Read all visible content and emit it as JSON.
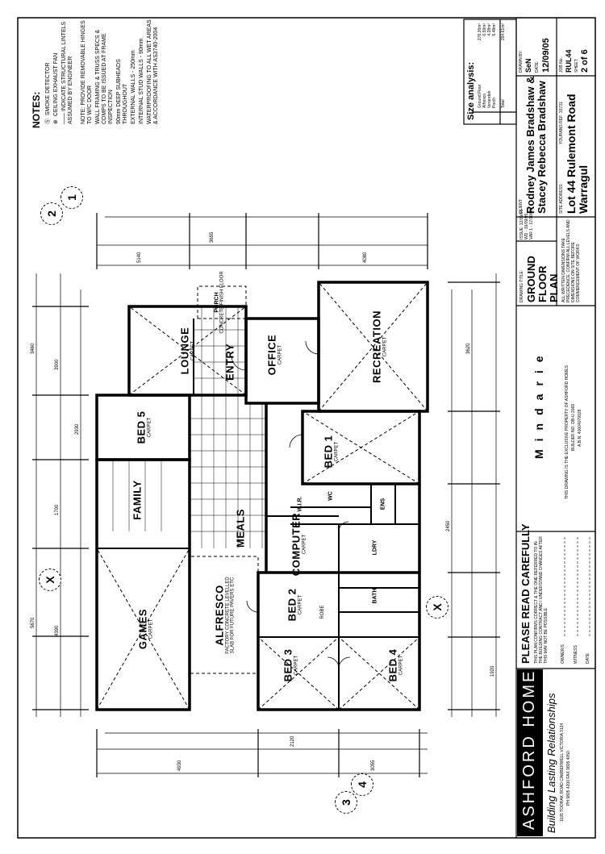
{
  "notes": {
    "title": "NOTES:",
    "legend": [
      {
        "icon": "smoke-detector-icon",
        "text": "SMOKE DETECTOR"
      },
      {
        "icon": "exhaust-fan-icon",
        "text": "CEILING EXHAUST FAN"
      },
      {
        "icon": "lintel-line-icon",
        "text": "INDICATE STRUCTURAL LINTELS ASSUMED BY ENGINEER"
      }
    ],
    "lines": [
      "NOTE: PROVIDE REMOVABLE HINGES TO W/C DOOR",
      "WALL FRAMING & TRUSS SPECS & COMPS TO BE ISSUED AT FRAME INSPECTION",
      "90mm DEEP SUBHEADS THROUGHOUT",
      "EXTERNAL WALLS - 250mm",
      "INTERNAL STUD WALLS - 90mm",
      "WATERPROOFING TO ALL WET AREAS & ACCORDANCE WITH AS3740-2004"
    ]
  },
  "size_analysis": {
    "title": "Size analysis:",
    "rows": [
      {
        "label": "Ground Floor",
        "value": "278.26m²"
      },
      {
        "label": "Alfresco",
        "value": "6.59m²"
      },
      {
        "label": "Verandah",
        "value": "4.28m²"
      },
      {
        "label": "Porch",
        "value": "5.48m²"
      }
    ],
    "total_label": "Total",
    "total_value": "294.61m²"
  },
  "rooms": {
    "lounge": {
      "name": "LOUNGE",
      "floor": "CARPET"
    },
    "bed5": {
      "name": "BED 5",
      "floor": "CARPET"
    },
    "family": {
      "name": "FAMILY",
      "floor": ""
    },
    "games": {
      "name": "GAMES",
      "floor": "CARPET"
    },
    "alfresco": {
      "name": "ALFRESCO",
      "floor": "FACTORY CONCRETE LEVELLED SLAB FOR FUTURE PAVERS ETC"
    },
    "meals": {
      "name": "MEALS",
      "floor": ""
    },
    "computer": {
      "name": "COMPUTER",
      "floor": "CARPET"
    },
    "bed2": {
      "name": "BED 2",
      "floor": "CARPET"
    },
    "bed3": {
      "name": "BED 3",
      "floor": "CARPET"
    },
    "bed4": {
      "name": "BED 4",
      "floor": "CARPET"
    },
    "bed1": {
      "name": "BED 1",
      "floor": "CARPET"
    },
    "office": {
      "name": "OFFICE",
      "floor": "CARPET"
    },
    "entry": {
      "name": "ENTRY",
      "floor": ""
    },
    "porch": {
      "name": "PORCH",
      "floor": "CONCRETE FINISH FLOOR"
    },
    "recreation": {
      "name": "RECREATION",
      "floor": "CARPET"
    },
    "wir": {
      "name": "W.I.R.",
      "floor": ""
    },
    "wc": {
      "name": "WC",
      "floor": ""
    },
    "ens": {
      "name": "ENS",
      "floor": ""
    },
    "bath": {
      "name": "BATH",
      "floor": ""
    },
    "ldry": {
      "name": "LDRY",
      "floor": ""
    },
    "robe": {
      "name": "ROBE",
      "floor": ""
    }
  },
  "dimensions": [
    "4390",
    "1700",
    "5670",
    "3900",
    "2930",
    "3460",
    "5140",
    "3655",
    "2450",
    "3620",
    "4080",
    "4930",
    "2120",
    "1920",
    "3055"
  ],
  "section_markers": [
    "1",
    "2",
    "3",
    "4",
    "X",
    "X"
  ],
  "title_block": {
    "logo": "ASHFORD HOMES",
    "tagline": "Building Lasting Relationships",
    "address": "1105 TOORAK ROAD CAMBERWELL VICTORIA 3124",
    "phone": "PH 9805 4200   FAX 9805 4050",
    "please_read": "PLEASE READ CAREFULLY",
    "please_read_fine": "THIS PLAN CONFIRMS CORRECT & THE ONE REFERRED TO IN THE BUILDING CONTRACT AND I UNDERSTAND CHANGES AFTER THIS MAY NOT BE POSSIBLE",
    "owners_label": "OWNER/S",
    "witness_label": "WITNESS",
    "date_label": "DATE",
    "house_name": "Mindarie",
    "copyright": "THIS DRAWING IS THE EXCLUSIVE PROPERTY OF ASHFORD HOMES",
    "copyright_2": "BUILDER NO. DB-U 2069",
    "abn": "A.B.N. 40004079928",
    "drawing_title_label": "DRAWING TITLE:",
    "drawing_title": "GROUND FLOOR PLAN",
    "revisions": [
      "ISSUE: 12/09/05",
      "WD - 19/09/05",
      "VAR 1 - 17/10/05"
    ],
    "dimensions_note": "ALL WRITTEN DIMENSIONS TAKE PRECEDENCE. CONFIRM ALL LEVELS AND DIMENSIONS ON SITE BEFORE COMMENCEMENT OF WORKS",
    "client_label": "CLIENT:",
    "client_line1": "Rodney James Bradshaw &",
    "client_line2": "Stacey Rebecca Bradshaw",
    "site_label": "SITE ADDRESS:",
    "ref": "YOURANS REF: 33731",
    "site_line1": "Lot 44 Rulemont Road",
    "site_line2": "Warragul",
    "drawn_by_label": "DRAWN BY:",
    "drawn_by": "SeN",
    "date_label2": "DATE:",
    "date": "12/09/05",
    "job_label": "JOB No.:",
    "job": "RUL44",
    "sheet_label": "SHEET:",
    "sheet": "2 of 6"
  }
}
